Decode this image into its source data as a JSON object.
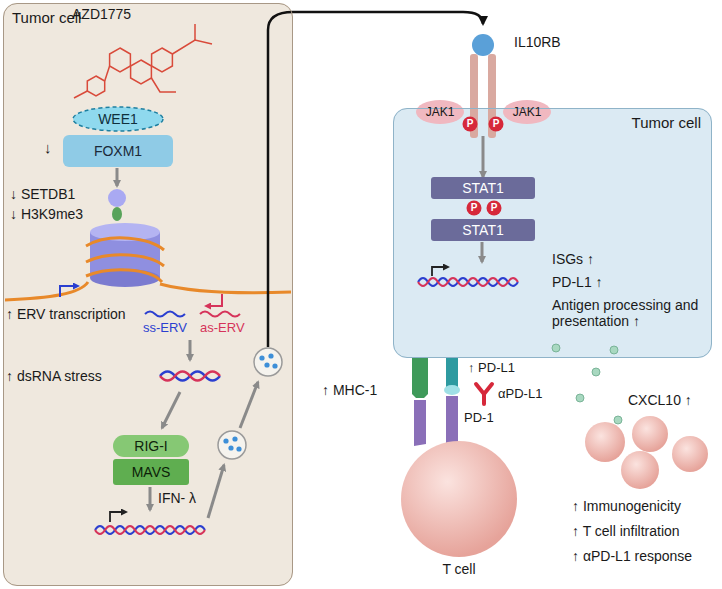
{
  "diagram": {
    "nodes": [
      {
        "text": [
          "Tumor cell"
        ]
      },
      {
        "text": [
          "WEE1"
        ],
        "in": 0
      },
      {
        "text": [
          "FOXM1"
        ],
        "in": 0
      },
      {
        "text": [
          "RIG-I"
        ],
        "in": 0
      },
      {
        "text": [
          "MAVS"
        ],
        "in": 0
      },
      {
        "text": [
          "Tumor cell"
        ]
      },
      {
        "text": [
          "IL10RB"
        ]
      },
      {
        "text": [
          "STAT1"
        ],
        "in": 5
      },
      {
        "text": [
          "STAT1"
        ],
        "in": 5
      },
      {
        "text": [
          "T cell"
        ]
      }
    ],
    "edges": [
      {
        "from": 0,
        "to": 6,
        "arrow": "to"
      },
      {
        "from": 6,
        "to": 7,
        "arrow": "to"
      }
    ],
    "labels": [
      "AZD1775",
      "↓",
      "↓ SETDB1",
      "↓ H3K9me3",
      "↑ ERV transcription",
      "ss-ERV",
      "as-ERV",
      "↑ dsRNA stress",
      "IFN- λ",
      "JAK1",
      "JAK1",
      "P",
      "P",
      "P",
      "P",
      "ISGs ↑",
      "PD-L1 ↑",
      "Antigen processing and presentation ↑",
      "↑ MHC-1",
      "↑ PD-L1",
      "αPD-L1",
      "PD-1",
      "CXCL10 ↑",
      "↑ Immunogenicity",
      "↑ T cell infiltration",
      "↑ αPD-L1 response"
    ]
  }
}
